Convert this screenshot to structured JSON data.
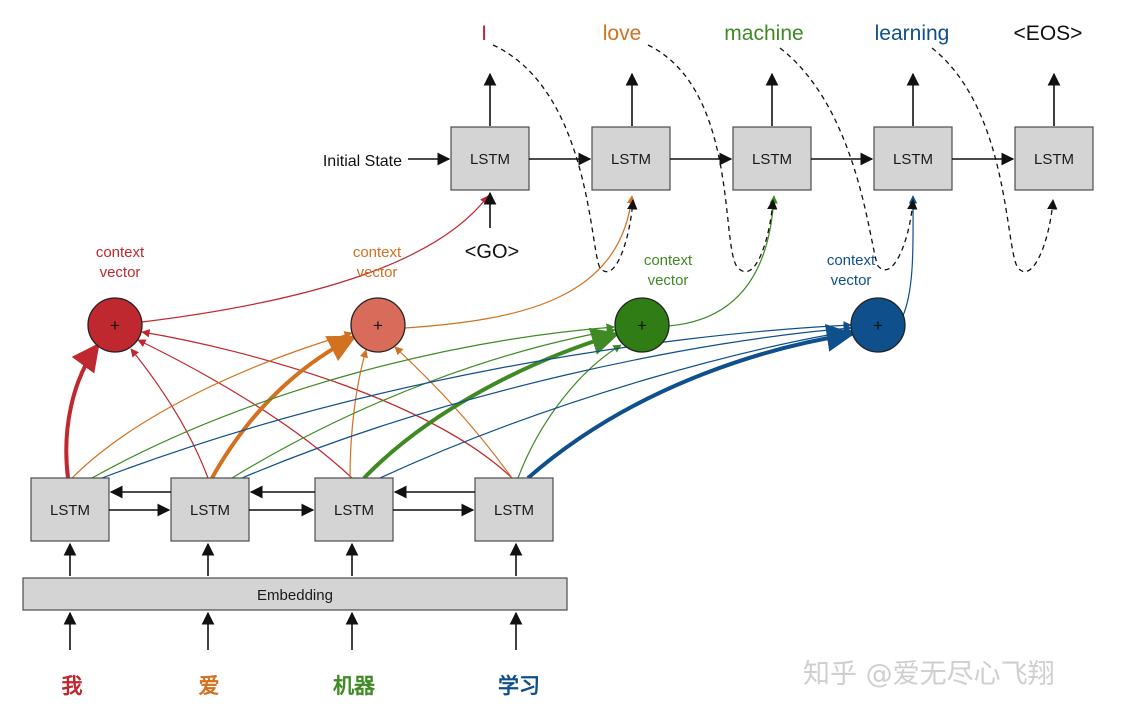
{
  "colors": {
    "red": "#c0282f",
    "orange": "#d2711f",
    "green": "#3f8a24",
    "blue": "#0f4f8c"
  },
  "decoder": {
    "outputs": [
      "I",
      "love",
      "machine",
      "learning",
      "<EOS>"
    ],
    "cell_label": "LSTM",
    "initial_state": "Initial State",
    "go_token": "<GO>"
  },
  "attention": {
    "context_label_line1": "context",
    "context_label_line2": "vector",
    "sum_symbol": "+"
  },
  "encoder": {
    "cell_label": "LSTM",
    "embedding_label": "Embedding",
    "inputs": [
      "我",
      "爱",
      "机器",
      "学习"
    ]
  },
  "watermark": "知乎 @爱无尽心飞翔"
}
